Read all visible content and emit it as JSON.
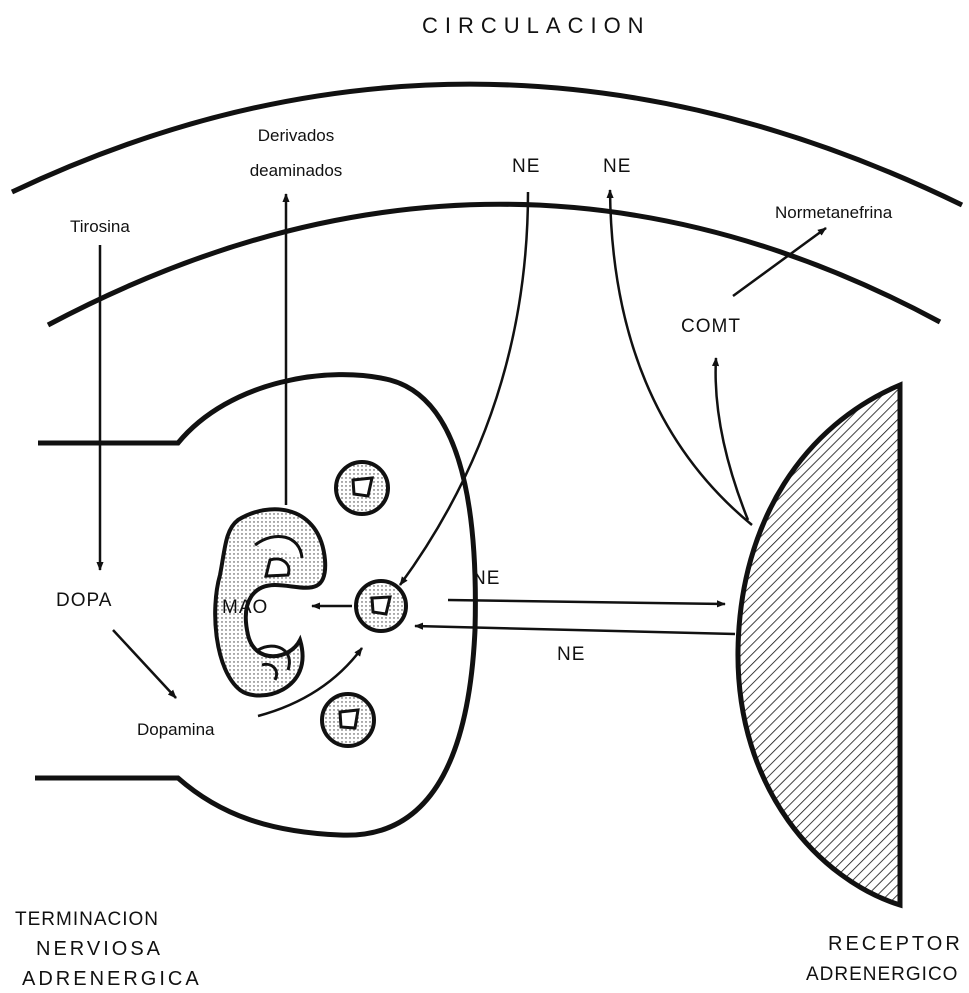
{
  "title": "CIRCULACION",
  "labels": {
    "derivados_1": "Derivados",
    "derivados_2": "deaminados",
    "tirosina": "Tirosina",
    "ne_top_left": "NE",
    "ne_top_right": "NE",
    "normetanefrina": "Normetanefrina",
    "comt": "COMT",
    "dopa": "DOPA",
    "mao": "MAO",
    "dopamina": "Dopamina",
    "ne_synapse_upper": "NE",
    "ne_synapse_lower": "NE"
  },
  "regions": {
    "terminal_1": "TERMINACION",
    "terminal_2": "NERVIOSA",
    "terminal_3": "ADRENERGICA",
    "receptor_1": "RECEPTOR",
    "receptor_2": "ADRENERGICO"
  },
  "colors": {
    "ink": "#111111",
    "background": "#ffffff"
  }
}
